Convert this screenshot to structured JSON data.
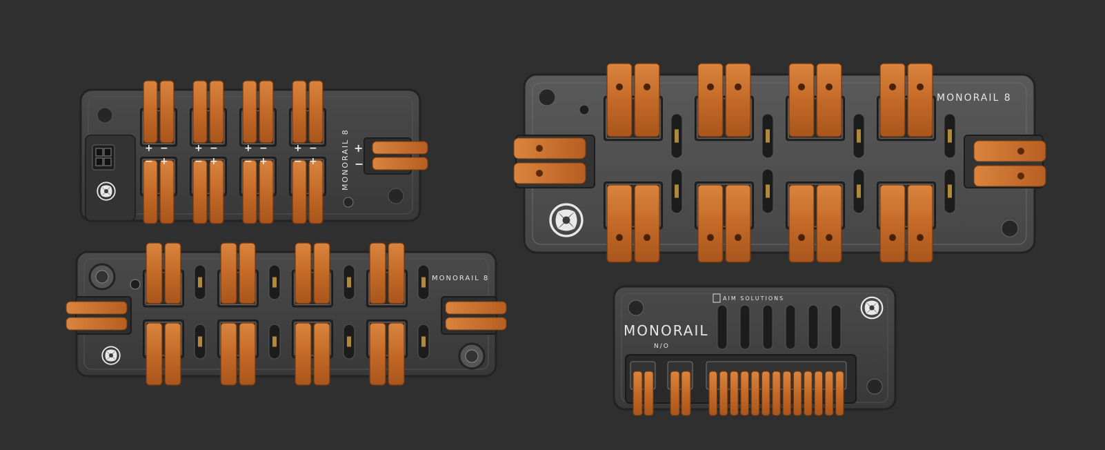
{
  "scene": {
    "background": "#2f2f2f",
    "housing_color": "#3b3b3b",
    "connector_color": "#c8702e",
    "logo_icon": "swirl-logo-icon"
  },
  "boards": {
    "top_left": {
      "label": "MONORAIL 8",
      "polarity": {
        "plus": "+",
        "minus": "−"
      },
      "output_plus": "+",
      "output_minus": "−"
    },
    "bottom_left": {
      "label": "MONORAIL 8"
    },
    "top_right": {
      "label": "MONORAIL 8"
    },
    "bottom_right": {
      "label": "MONORAIL",
      "sublabel": "N/O",
      "brand_line": "AIM SOLUTIONS"
    }
  }
}
